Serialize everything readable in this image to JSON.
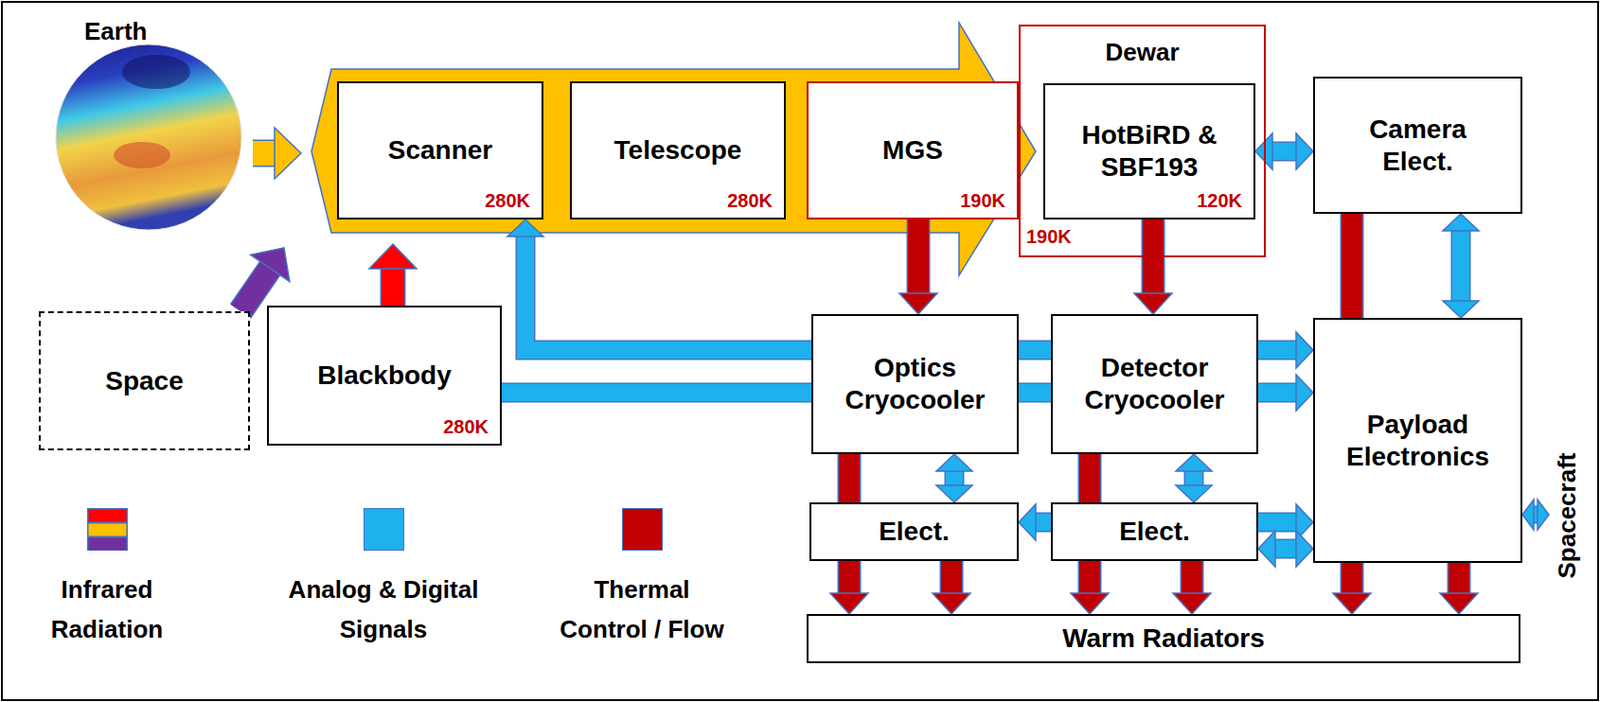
{
  "diagram": {
    "nodes": [
      {
        "text": [
          "Earth"
        ]
      },
      {
        "text": [
          "Scanner",
          "280K"
        ]
      },
      {
        "text": [
          "Telescope",
          "280K"
        ]
      },
      {
        "text": [
          "MGS",
          "190K"
        ]
      },
      {
        "text": [
          "Dewar",
          "190K"
        ]
      },
      {
        "text": [
          "HotBiRD & SBF193",
          "120K"
        ],
        "in": 4
      },
      {
        "text": [
          "Camera Elect."
        ]
      },
      {
        "text": [
          "Space"
        ]
      },
      {
        "text": [
          "Blackbody",
          "280K"
        ]
      },
      {
        "text": [
          "Optics Cryocooler"
        ]
      },
      {
        "text": [
          "Detector Cryocooler"
        ]
      },
      {
        "text": [
          "Payload Electronics"
        ]
      },
      {
        "text": [
          "Elect."
        ]
      },
      {
        "text": [
          "Elect."
        ]
      },
      {
        "text": [
          "Warm Radiators"
        ]
      },
      {
        "text": [
          "Spacecraft"
        ]
      }
    ],
    "edges": [
      {
        "from": 0,
        "to": 1,
        "arrow": "to"
      },
      {
        "from": 7,
        "to": 1,
        "arrow": "to"
      },
      {
        "from": 8,
        "to": 1,
        "arrow": "to"
      },
      {
        "from": 3,
        "to": 9,
        "arrow": "to"
      },
      {
        "from": 5,
        "to": 10,
        "arrow": "to"
      },
      {
        "from": 9,
        "to": 1,
        "arrow": "to"
      },
      {
        "from": 8,
        "to": 9,
        "arrow": "none"
      },
      {
        "from": 9,
        "to": 10,
        "arrow": "none"
      },
      {
        "from": 9,
        "to": 10,
        "arrow": "none"
      },
      {
        "from": 10,
        "to": 11,
        "arrow": "to"
      },
      {
        "from": 10,
        "to": 11,
        "arrow": "to"
      },
      {
        "from": 5,
        "to": 6,
        "arrow": "both"
      },
      {
        "from": 6,
        "to": 11,
        "arrow": "both"
      },
      {
        "from": 6,
        "to": 11,
        "arrow": "none"
      },
      {
        "from": 9,
        "to": 12,
        "arrow": "both"
      },
      {
        "from": 10,
        "to": 13,
        "arrow": "both"
      },
      {
        "from": 9,
        "to": 12,
        "arrow": "none"
      },
      {
        "from": 10,
        "to": 13,
        "arrow": "none"
      },
      {
        "from": 13,
        "to": 12,
        "arrow": "to"
      },
      {
        "from": 13,
        "to": 11,
        "arrow": "to"
      },
      {
        "from": 13,
        "to": 11,
        "arrow": "both"
      },
      {
        "from": 12,
        "to": 14,
        "arrow": "to"
      },
      {
        "from": 12,
        "to": 14,
        "arrow": "to"
      },
      {
        "from": 13,
        "to": 14,
        "arrow": "to"
      },
      {
        "from": 13,
        "to": 14,
        "arrow": "to"
      },
      {
        "from": 11,
        "to": 14,
        "arrow": "to"
      },
      {
        "from": 11,
        "to": 14,
        "arrow": "to"
      },
      {
        "from": 11,
        "to": 15,
        "arrow": "both"
      }
    ],
    "legend": [
      {
        "text": "Infrared Radiation"
      },
      {
        "text": "Analog & Digital Signals",
        "color": "#1fb0ee"
      },
      {
        "text": "Thermal Control / Flow",
        "color": "#c00000"
      }
    ]
  }
}
